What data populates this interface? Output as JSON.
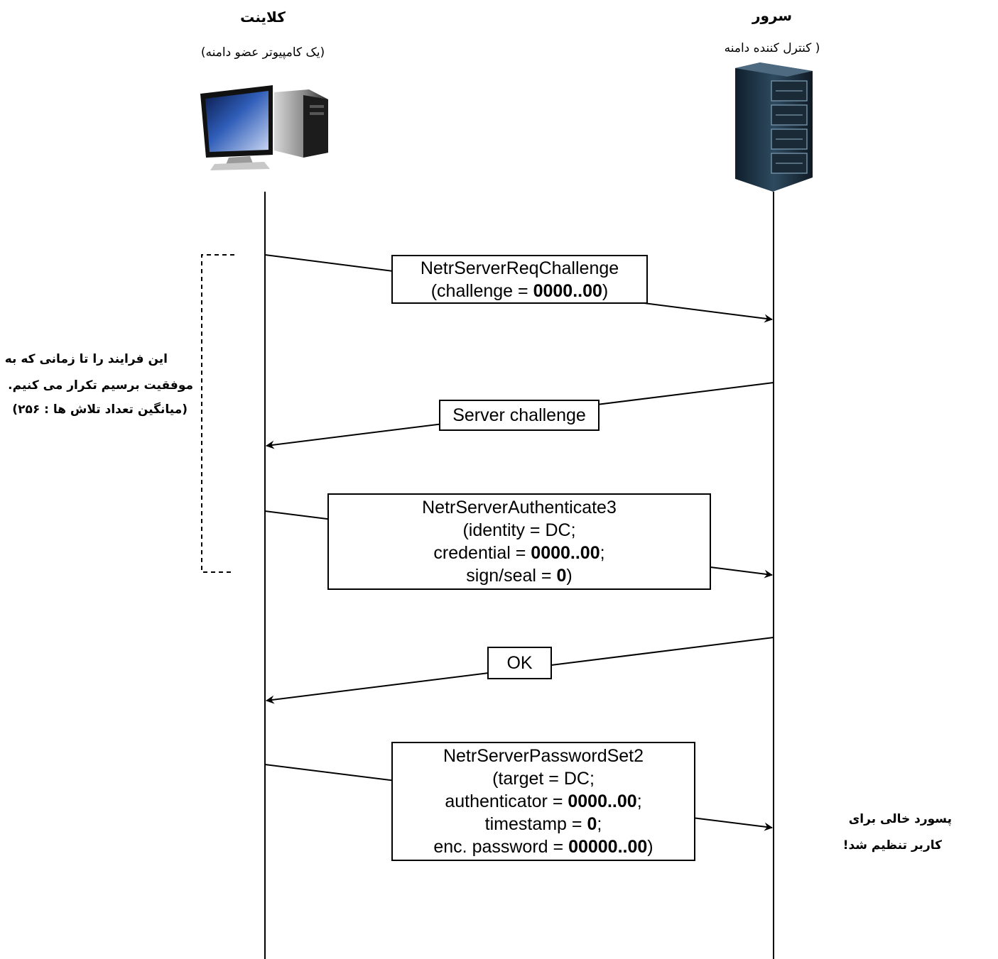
{
  "client": {
    "title": "کلاینت",
    "subtitle": "(یک کامپیوتر عضو دامنه)"
  },
  "server": {
    "title": "سرور",
    "subtitle": "( کنترل کننده دامنه"
  },
  "messages": [
    {
      "lines": [
        {
          "text": "NetrServerReqChallenge"
        },
        {
          "pre": "(challenge = ",
          "bold": "0000..00",
          "post": ")"
        }
      ]
    },
    {
      "lines": [
        {
          "text": "Server challenge"
        }
      ]
    },
    {
      "lines": [
        {
          "text": "NetrServerAuthenticate3"
        },
        {
          "text": "(identity = DC;"
        },
        {
          "pre": "credential = ",
          "bold": "0000..00",
          "post": ";"
        },
        {
          "pre": "sign/seal = ",
          "bold": "0",
          "post": ")"
        }
      ]
    },
    {
      "lines": [
        {
          "text": "OK"
        }
      ]
    },
    {
      "lines": [
        {
          "text": "NetrServerPasswordSet2"
        },
        {
          "text": "(target = DC;"
        },
        {
          "pre": "authenticator = ",
          "bold": "0000..00",
          "post": ";"
        },
        {
          "pre": "timestamp = ",
          "bold": "0",
          "post": ";"
        },
        {
          "pre": "enc. password = ",
          "bold": "00000..00",
          "post": ")"
        }
      ]
    }
  ],
  "loop_note": {
    "line1": "این فرایند را تا زمانی که به",
    "line2": "موفقیت برسیم تکرار  می کنیم.",
    "line3": "(میانگین تعداد تلاش ها : ۲۵۶)"
  },
  "result_note": {
    "line1": "پسورد خالی برای",
    "line2": "کاربر تنظیم شد!"
  }
}
